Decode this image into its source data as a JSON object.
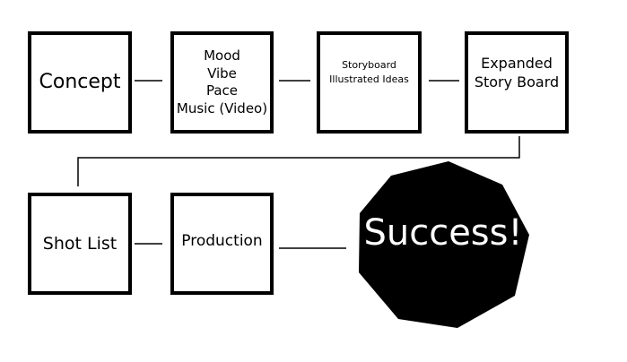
{
  "steps": [
    {
      "id": "concept",
      "label": "Concept"
    },
    {
      "id": "mood",
      "label": "Mood\nVibe\nPace\nMusic (Video)"
    },
    {
      "id": "storyboard",
      "label": "Storyboard\nIllustrated Ideas"
    },
    {
      "id": "expanded",
      "label": "Expanded\nStory Board"
    },
    {
      "id": "shot-list",
      "label": "Shot List"
    },
    {
      "id": "production",
      "label": "Production"
    }
  ],
  "outcome": {
    "label": "Success!"
  },
  "colors": {
    "stroke": "#000000",
    "background": "#ffffff",
    "outcome_fill": "#000000",
    "outcome_text": "#ffffff"
  }
}
